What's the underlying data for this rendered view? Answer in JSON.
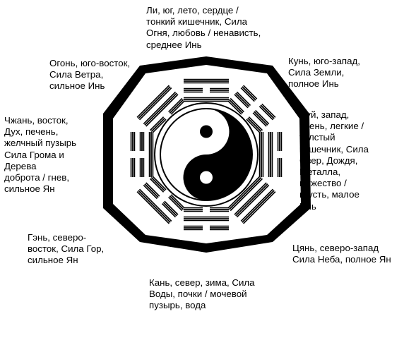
{
  "colors": {
    "ink": "#000000",
    "paper": "#ffffff"
  },
  "labels": {
    "south": "Ли, юг, лето, сердце /\nтонкий кишечник, Сила\nОгня, любовь / ненависть,\nсреднее Инь",
    "southeast": "Огонь, юго-восток,\nСила Ветра,\nсильное Инь",
    "southwest": "Кунь, юго-запад,\nСила Земли,\nполное Инь",
    "east": "Чжань, восток,\nДух, печень,\nжелчный пузырь\nСила Грома и\nДерева\nдоброта / гнев,\nсильное Ян",
    "west": "Дуй, запад,\nосень, легкие /\nтолстый\nкишечник, Сила\nОзер, Дождя,\nМеталла,\nмужество /\nгрусть, малое\nИнь",
    "northeast": "Гэнь, северо-\nвосток, Сила Гор,\nсильное Ян",
    "northwest": "Цянь, северо-запад\nСила Неба, полное Ян",
    "north": "Кань, север, зима, Сила\nВоды, почки / мочевой\nпузырь, вода"
  },
  "trigrams": {
    "south": "Li",
    "southeast": "Xun",
    "east": "Zhen",
    "northeast": "Gen",
    "north": "Kan",
    "northwest": "Qian",
    "west": "Dui",
    "southwest": "Kun"
  },
  "symbol": "yin-yang"
}
